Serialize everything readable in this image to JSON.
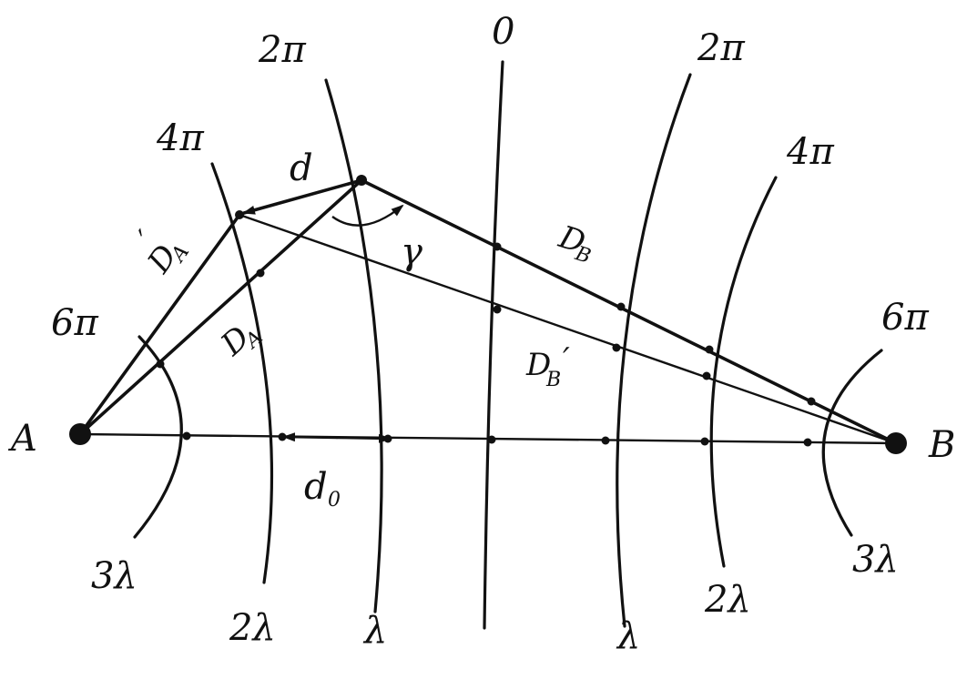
{
  "points": {
    "A": "A",
    "B": "B"
  },
  "top_labels": {
    "center": "0",
    "left_2pi": "2π",
    "right_2pi": "2π",
    "left_4pi": "4π",
    "right_4pi": "4π",
    "left_6pi": "6π",
    "right_6pi": "6π"
  },
  "bottom_labels": {
    "left_3lambda": "3λ",
    "left_2lambda": "2λ",
    "left_lambda": "λ",
    "right_lambda": "λ",
    "right_2lambda": "2λ",
    "right_3lambda": "3λ"
  },
  "segment_labels": {
    "d": "d",
    "d0_main": "d",
    "d0_sub": "0",
    "gamma": "γ",
    "DA": "D",
    "DA_sub": "A",
    "DA_prime": "D",
    "DA_prime_sub": "A",
    "DA_prime_mark": "′",
    "DB": "D",
    "DB_sub": "B",
    "DB_prime": "D",
    "DB_prime_sub": "B",
    "DB_prime_mark": "′"
  }
}
